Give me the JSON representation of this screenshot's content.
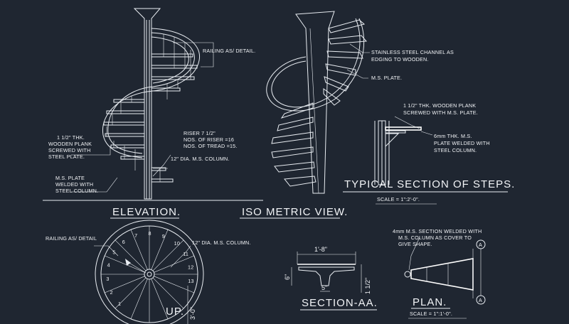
{
  "elevation": {
    "title": "ELEVATION.",
    "railing_note": "RAILING AS/ DETAIL.",
    "riser_lines": [
      "RISER 7 1/2\"",
      "NOS. OF RISER =16",
      "NOS. OF TREAD =15."
    ],
    "column_note": "12\" DIA. M.S. COLUMN.",
    "plank_note": [
      "1 1/2\" THK.",
      "WOODEN PLANK",
      "SCREWED WITH",
      "STEEL PLATE."
    ],
    "plate_note": [
      "M.S. PLATE",
      "WELDED WITH",
      "STEEL COLUMN."
    ]
  },
  "iso": {
    "title": "ISO METRIC VIEW.",
    "channel_note": [
      "STAINLESS STEEL CHANNEL AS",
      "EDGING TO WOODEN."
    ],
    "plate_note": "M.S. PLATE."
  },
  "steps": {
    "title": "TYPICAL SECTION OF STEPS.",
    "scale": "SCALE = 1\":2'-0\".",
    "plank_note": [
      "1 1/2\" THK. WOODEN PLANK",
      "SCREWED WITH M.S. PLATE."
    ],
    "plate_note": [
      "6mm THK. M.S.",
      "PLATE WELDED WITH",
      "STEEL COLUMN."
    ]
  },
  "plan_circle": {
    "railing_note": "RAILING AS/ DETAIL",
    "column_note": "12\" DIA. M.S. COLUMN.",
    "up_label": "UP.",
    "dim_label": "3'-0\"",
    "step_numbers": [
      "1",
      "2",
      "3",
      "4",
      "5",
      "6",
      "7",
      "8",
      "9",
      "10",
      "11",
      "12",
      "13"
    ]
  },
  "section_aa": {
    "title": "SECTION-AA.",
    "dim_top": "1'-8\"",
    "dim_left": "6\"",
    "dim_bottom": "5\"",
    "dim_right": "1 1/2\""
  },
  "plan_detail": {
    "title": "PLAN.",
    "scale": "SCALE = 1\":1'-0\".",
    "note": [
      "4mm M.S. SECTION WELDED WITH",
      "M.S. COLUMN AS COVER TO",
      "GIVE SHAPE."
    ],
    "marker": "A"
  }
}
